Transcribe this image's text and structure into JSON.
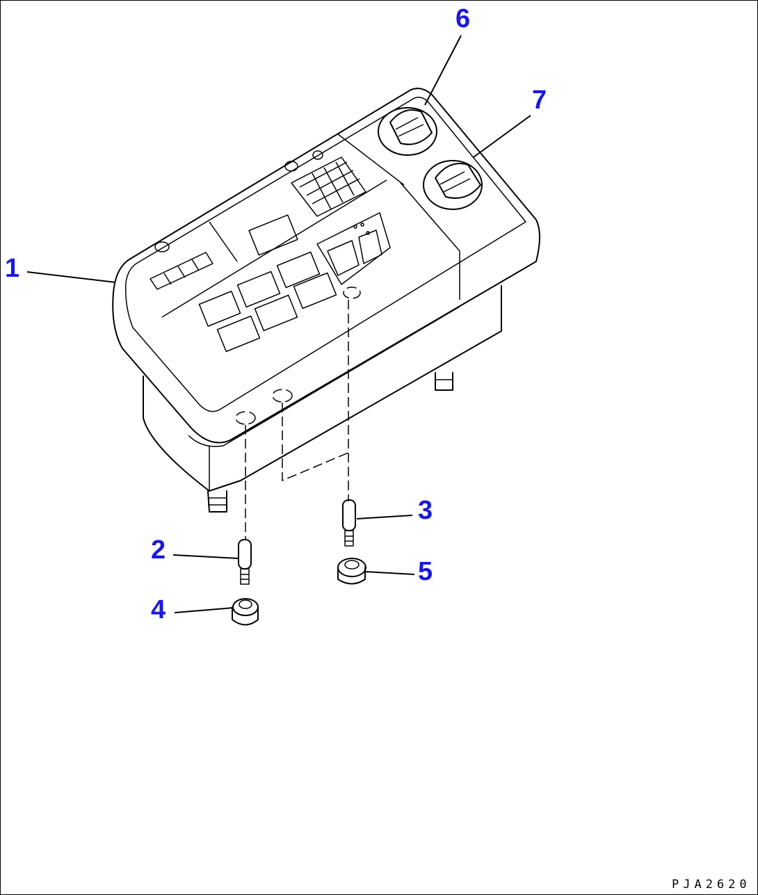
{
  "callouts": {
    "c1": "1",
    "c2": "2",
    "c3": "3",
    "c4": "4",
    "c5": "5",
    "c6": "6",
    "c7": "7"
  },
  "drawing_code": "PJA2620",
  "colors": {
    "callout": "#1a1ad8",
    "line": "#000000",
    "background": "#ffffff"
  }
}
